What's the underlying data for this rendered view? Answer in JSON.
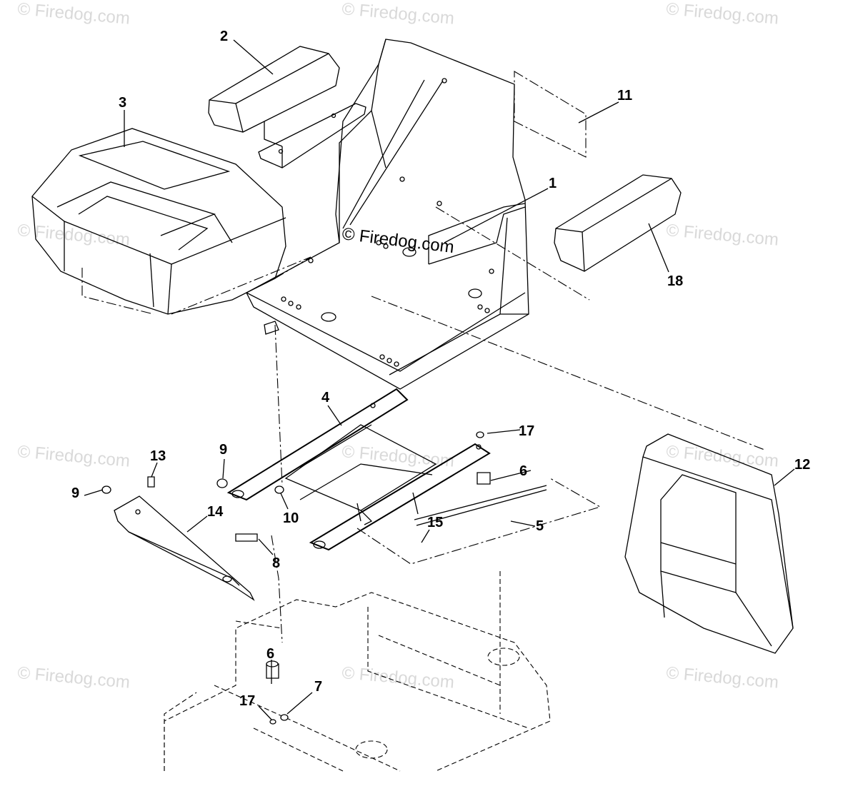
{
  "watermark": {
    "text": "© Firedog.com",
    "center_text": "© Firedog.com"
  },
  "callouts": [
    {
      "id": "c1",
      "label": "1"
    },
    {
      "id": "c2",
      "label": "2"
    },
    {
      "id": "c3",
      "label": "3"
    },
    {
      "id": "c4",
      "label": "4"
    },
    {
      "id": "c5",
      "label": "5"
    },
    {
      "id": "c6a",
      "label": "6"
    },
    {
      "id": "c6b",
      "label": "6"
    },
    {
      "id": "c7",
      "label": "7"
    },
    {
      "id": "c8",
      "label": "8"
    },
    {
      "id": "c9a",
      "label": "9"
    },
    {
      "id": "c9b",
      "label": "9"
    },
    {
      "id": "c10",
      "label": "10"
    },
    {
      "id": "c11",
      "label": "11"
    },
    {
      "id": "c12",
      "label": "12"
    },
    {
      "id": "c13",
      "label": "13"
    },
    {
      "id": "c14",
      "label": "14"
    },
    {
      "id": "c15",
      "label": "15"
    },
    {
      "id": "c17a",
      "label": "17"
    },
    {
      "id": "c17b",
      "label": "17"
    },
    {
      "id": "c18",
      "label": "18"
    }
  ]
}
